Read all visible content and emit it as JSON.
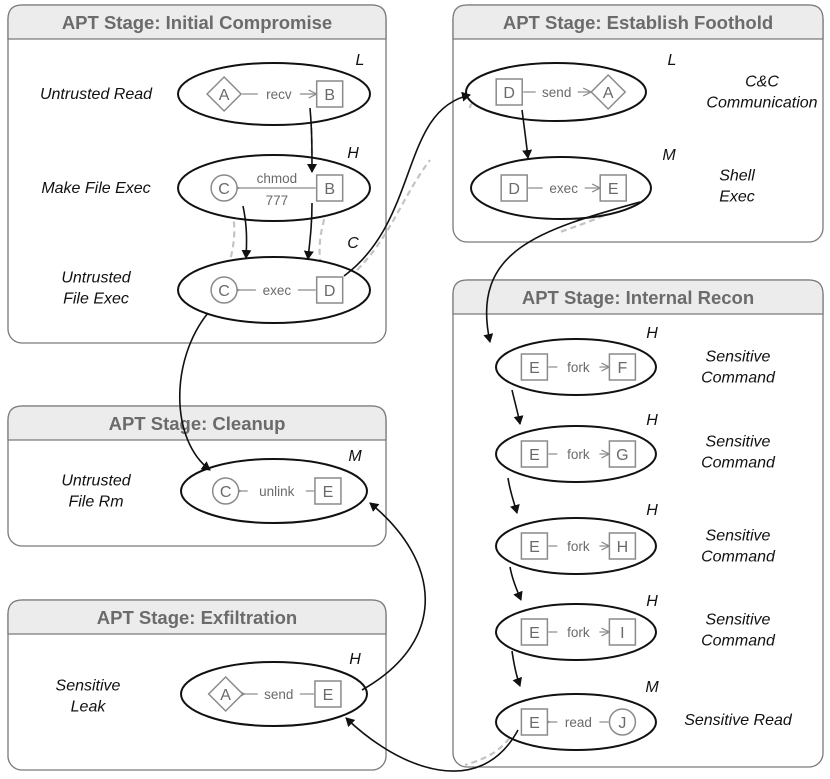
{
  "stages": [
    {
      "title": "APT Stage: Initial Compromise"
    },
    {
      "title": "APT Stage: Establish Foothold"
    },
    {
      "title": "APT Stage: Internal Recon"
    },
    {
      "title": "APT Stage:  Cleanup"
    },
    {
      "title": "APT Stage: Exfiltration"
    }
  ],
  "events": [
    {
      "label_lines": [
        "Untrusted Read"
      ],
      "level": "L",
      "from": "A",
      "from_shape": "diamond",
      "edge": [
        "recv"
      ],
      "to": "B",
      "to_shape": "square",
      "direction": "forward"
    },
    {
      "label_lines": [
        "Make File Exec"
      ],
      "level": "H",
      "from": "C",
      "from_shape": "circle",
      "edge": [
        "chmod",
        "777"
      ],
      "to": "B",
      "to_shape": "square",
      "direction": "backward"
    },
    {
      "label_lines": [
        "Untrusted",
        "File Exec"
      ],
      "level": "C",
      "from": "C",
      "from_shape": "circle",
      "edge": [
        "exec"
      ],
      "to": "D",
      "to_shape": "square",
      "direction": "backward"
    },
    {
      "label_lines": [
        "C&C",
        "Communication"
      ],
      "level": "L",
      "from": "D",
      "from_shape": "square",
      "edge": [
        "send"
      ],
      "to": "A",
      "to_shape": "diamond",
      "direction": "forward"
    },
    {
      "label_lines": [
        "Shell",
        "Exec"
      ],
      "level": "M",
      "from": "D",
      "from_shape": "square",
      "edge": [
        "exec"
      ],
      "to": "E",
      "to_shape": "square",
      "direction": "forward"
    },
    {
      "label_lines": [
        "Sensitive",
        "Command"
      ],
      "level": "H",
      "from": "E",
      "from_shape": "square",
      "edge": [
        "fork"
      ],
      "to": "F",
      "to_shape": "square",
      "direction": "forward"
    },
    {
      "label_lines": [
        "Sensitive",
        "Command"
      ],
      "level": "H",
      "from": "E",
      "from_shape": "square",
      "edge": [
        "fork"
      ],
      "to": "G",
      "to_shape": "square",
      "direction": "forward"
    },
    {
      "label_lines": [
        "Sensitive",
        "Command"
      ],
      "level": "H",
      "from": "E",
      "from_shape": "square",
      "edge": [
        "fork"
      ],
      "to": "H",
      "to_shape": "square",
      "direction": "forward"
    },
    {
      "label_lines": [
        "Sensitive",
        "Command"
      ],
      "level": "H",
      "from": "E",
      "from_shape": "square",
      "edge": [
        "fork"
      ],
      "to": "I",
      "to_shape": "square",
      "direction": "forward"
    },
    {
      "label_lines": [
        "Sensitive Read"
      ],
      "level": "M",
      "from": "E",
      "from_shape": "square",
      "edge": [
        "read"
      ],
      "to": "J",
      "to_shape": "circle",
      "direction": "backward"
    },
    {
      "label_lines": [
        "Untrusted",
        "File Rm"
      ],
      "level": "M",
      "from": "C",
      "from_shape": "circle",
      "edge": [
        "unlink"
      ],
      "to": "E",
      "to_shape": "square",
      "direction": "backward"
    },
    {
      "label_lines": [
        "Sensitive",
        "Leak"
      ],
      "level": "H",
      "from": "A",
      "from_shape": "diamond",
      "edge": [
        "send"
      ],
      "to": "E",
      "to_shape": "square",
      "direction": "backward"
    }
  ],
  "colors": {
    "stage_border": "#7a7a7a",
    "stage_header": "#ececec",
    "stage_title": "#6b6b6b",
    "node_stroke": "#8a8a8a",
    "dependency_dash": "#c4c4c4",
    "flow_arrow": "#111111"
  }
}
